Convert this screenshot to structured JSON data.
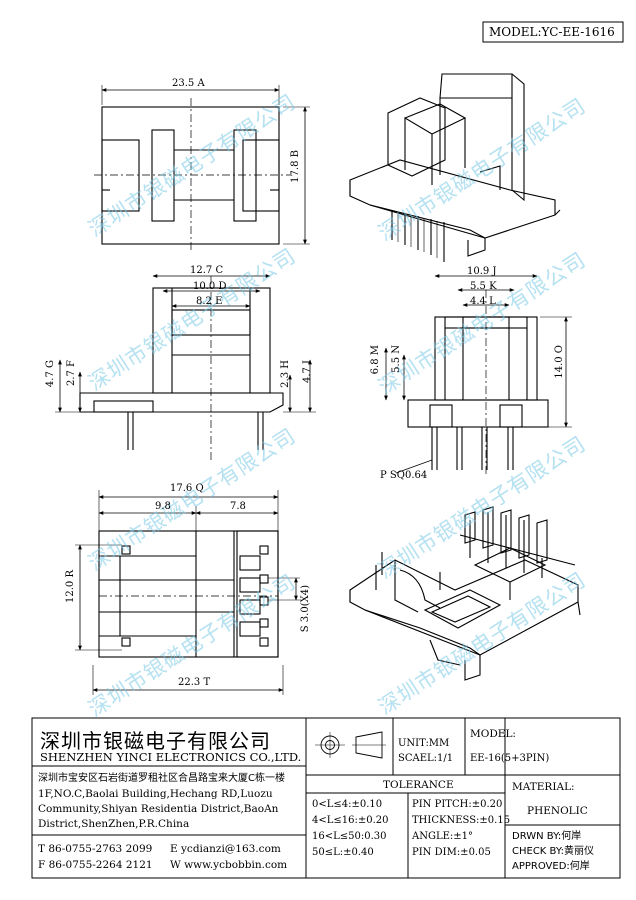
{
  "model_header": "MODEL:YC-EE-1616",
  "watermark_text": "深圳市银磁电子有限公司",
  "dims": {
    "top_a": "23.5",
    "top_b": "17.8",
    "c": "12.7",
    "d": "10.0",
    "e_dim": "8.2",
    "ce": "4.7",
    "fe": "2.7",
    "he": "2.3",
    "ie": "4.7",
    "j": "10.9",
    "k": "5.5",
    "l": "4.4",
    "m": "6.8",
    "n": "5.5",
    "o": "14.0",
    "p": "SQ0.64",
    "q": "17.6",
    "q_left": "9.8",
    "q_right": "7.8",
    "r": "12.0",
    "s": "3.0(X4)",
    "t": "22.3"
  },
  "letters": {
    "a": "A",
    "b": "B",
    "c": "C",
    "d": "D",
    "e": "E",
    "f": "F",
    "g": "G",
    "h": "H",
    "i": "I",
    "j": "J",
    "k": "K",
    "l": "L",
    "m": "M",
    "n": "N",
    "o": "O",
    "p": "P",
    "q": "Q",
    "r": "R",
    "s": "S",
    "t": "T"
  },
  "company": {
    "name_cn": "深圳市银磁电子有限公司",
    "name_en": "SHENZHEN YINCI ELECTRONICS CO.,LTD.",
    "address_cn": "深圳市宝安区石岩街道罗租社区合昌路宝来大厦C栋一楼",
    "address_en_1": "1F,NO.C,Baolai Building,Hechang RD,Luozu",
    "address_en_2": "Community,Shiyan Residentia District,BaoAn",
    "address_en_3": "District,ShenZhen,P.R.China",
    "tel": "T  86-0755-2763 2099",
    "fax": "F  86-0755-2264 2121",
    "email": "E  ycdianzi@163.com",
    "web": "W  www.ycbobbin.com"
  },
  "unit": "UNIT:MM",
  "scale": "SCAEL:1/1",
  "tolerance": {
    "title": "TOLERANCE",
    "rows": [
      [
        "0<L≤4:±0.10",
        "PIN PITCH:±0.20"
      ],
      [
        "4<L≤16:±0.20",
        "THICKNESS:±0.15"
      ],
      [
        "16<L≤50:0.30",
        "ANGLE:±1°"
      ],
      [
        "50≤L:±0.40",
        "PIN DIM:±0.05"
      ]
    ]
  },
  "model_label": "MODEL:",
  "model_value": "EE-16(5+3PIN)",
  "material_label": "MATERIAL:",
  "material_value": "PHENOLIC",
  "drawn_by": "DRWN BY:何岸",
  "check_by": "CHECK BY:黄丽仪",
  "approved": "APPROVED:何岸"
}
